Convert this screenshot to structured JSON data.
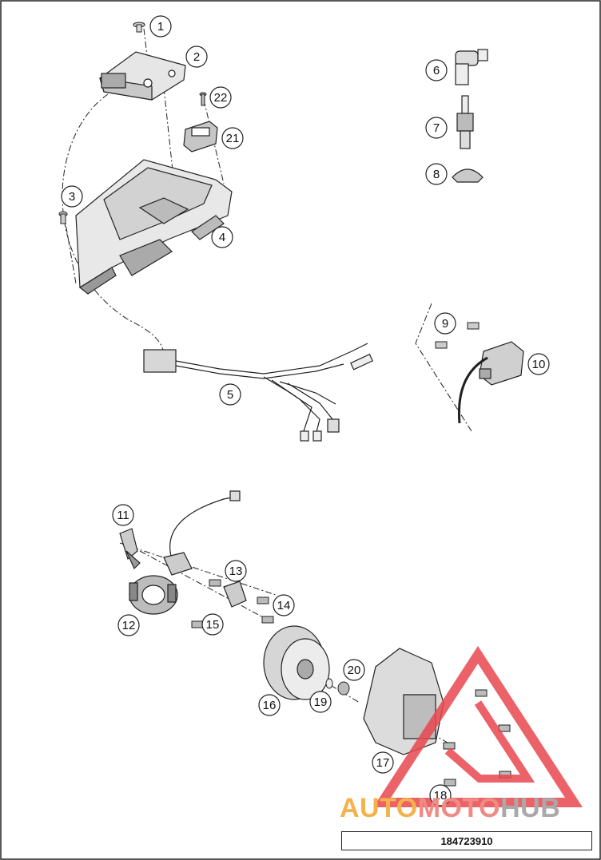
{
  "document_number": "184723910",
  "watermark": {
    "text_part1": "AUTO",
    "text_part2": "MOTO",
    "text_part3": "HUB",
    "color_part1": "#f6b24a",
    "color_part2": "#f08a84",
    "color_part3": "#a9a9a9",
    "logo_color": "#e8474e"
  },
  "callouts": [
    {
      "num": "1"
    },
    {
      "num": "2"
    },
    {
      "num": "3"
    },
    {
      "num": "4"
    },
    {
      "num": "5"
    },
    {
      "num": "6"
    },
    {
      "num": "7"
    },
    {
      "num": "8"
    },
    {
      "num": "9"
    },
    {
      "num": "10"
    },
    {
      "num": "11"
    },
    {
      "num": "12"
    },
    {
      "num": "13"
    },
    {
      "num": "14"
    },
    {
      "num": "15"
    },
    {
      "num": "16"
    },
    {
      "num": "17"
    },
    {
      "num": "18"
    },
    {
      "num": "19"
    },
    {
      "num": "20"
    },
    {
      "num": "21"
    },
    {
      "num": "22"
    }
  ]
}
